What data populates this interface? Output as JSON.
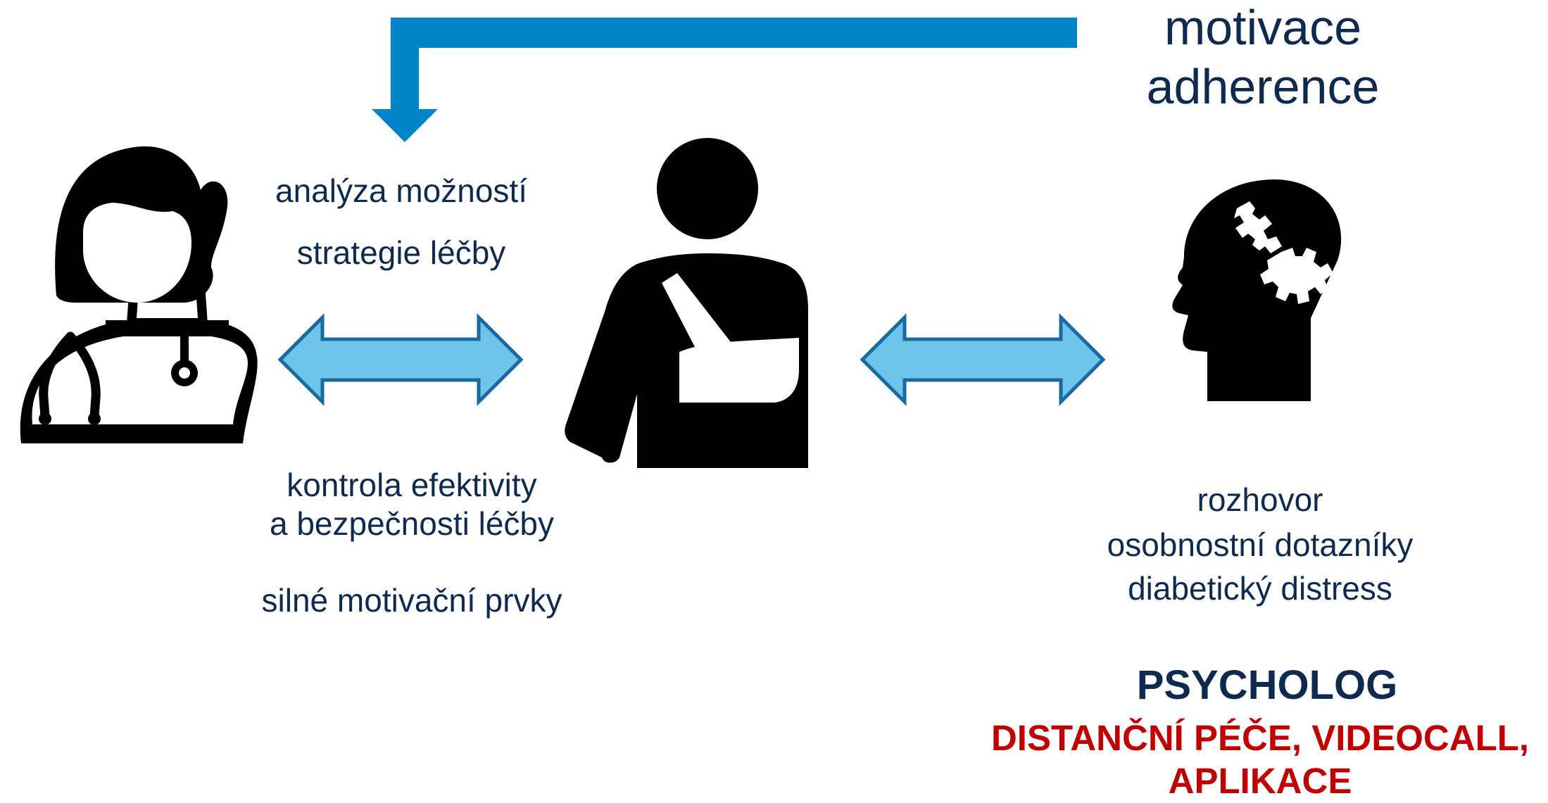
{
  "feedback": {
    "line1": "motivace",
    "line2": "adherence",
    "arrow_color": "#0084c8"
  },
  "doctor": {
    "icon": "female-doctor-icon",
    "text_top_1": "analýza možností",
    "text_top_2": "strategie léčby",
    "text_bottom_1": "kontrola efektivity",
    "text_bottom_2": "a bezpečnosti léčby",
    "text_bottom_3": "silné motivační prvky"
  },
  "patient": {
    "icon": "patient-arm-sling-icon"
  },
  "psychologist": {
    "icon": "head-puzzle-icon",
    "text_1": "rozhovor",
    "text_2": "osobnostní dotazníky",
    "text_3": "diabetický distress",
    "title": "PSYCHOLOG",
    "subtitle_1": "DISTANČNÍ PÉČE, VIDEOCALL,",
    "subtitle_2": "APLIKACE"
  },
  "colors": {
    "text": "#0e2a4e",
    "accent_red": "#c00000",
    "double_arrow_fill": "#6ec3e8",
    "double_arrow_stroke": "#1a6aa0"
  }
}
